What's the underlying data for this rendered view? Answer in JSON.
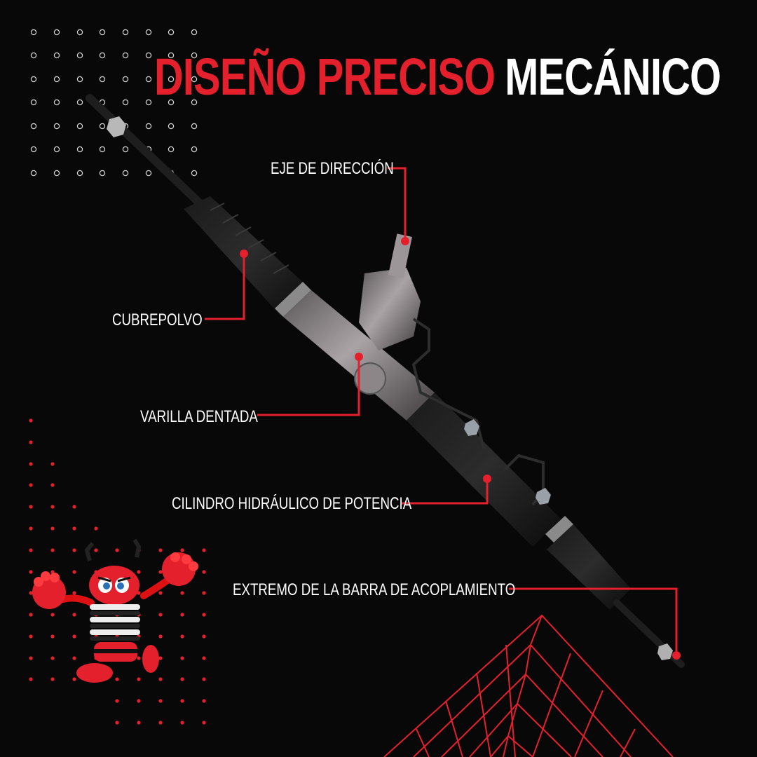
{
  "title": {
    "part_red": "DISEÑO PRECISO",
    "part_white": "MECÁNICO"
  },
  "callouts": [
    {
      "id": "eje",
      "label": "EJE DE DIRECCIÓN"
    },
    {
      "id": "cubrepolvo",
      "label": "CUBREPOLVO"
    },
    {
      "id": "varilla",
      "label": "VARILLA DENTADA"
    },
    {
      "id": "cilindro",
      "label": "CILINDRO HIDRÁULICO DE POTENCIA"
    },
    {
      "id": "extremo",
      "label": "EXTREMO DE LA BARRA DE ACOPLAMIENTO"
    }
  ],
  "product": {
    "icon": "steering-rack-image"
  },
  "mascot": {
    "icon": "red-spring-mascot"
  },
  "colors": {
    "accent": "#e3202b",
    "background": "#080808",
    "text": "#ffffff",
    "metal": "#8a8486"
  }
}
